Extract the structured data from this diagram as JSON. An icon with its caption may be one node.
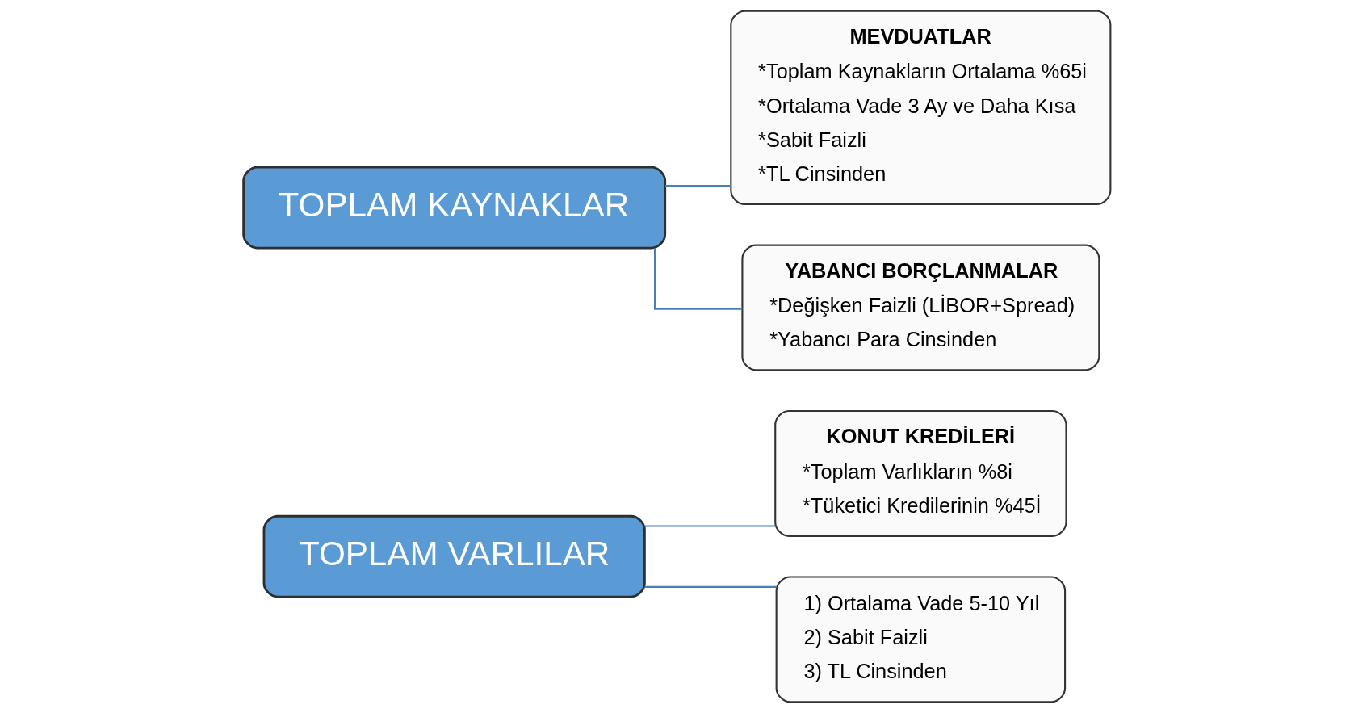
{
  "diagram": {
    "nodes": [
      {
        "text": [
          "TOPLAM VARLILAR"
        ]
      },
      {
        "text": [
          "KONUT KREDİLERİ",
          "*Toplam Varlıkların %8i",
          "*Tüketici Kredilerinin %45İ"
        ]
      },
      {
        "text": [
          "1) Ortalama Vade 5-10 Yıl",
          "2) Sabit Faizli",
          "3) TL Cinsinden"
        ]
      },
      {
        "text": [
          "TOPLAM KAYNAKLAR"
        ]
      },
      {
        "text": [
          "MEVDUATLAR",
          "*Toplam Kaynakların Ortalama %65i",
          "*Ortalama Vade 3 Ay ve Daha Kısa",
          "*Sabit Faizli",
          "*TL Cinsinden"
        ]
      },
      {
        "text": [
          "YABANCI BORÇLANMALAR",
          "*Değişken Faizli (LİBOR+Spread)",
          "*Yabancı Para Cinsinden"
        ]
      }
    ],
    "edges": [
      {
        "from": 0,
        "to": 1,
        "arrow": "none"
      },
      {
        "from": 0,
        "to": 2,
        "arrow": "none"
      },
      {
        "from": 3,
        "to": 4,
        "arrow": "none"
      },
      {
        "from": 3,
        "to": 5,
        "arrow": "none"
      }
    ]
  }
}
